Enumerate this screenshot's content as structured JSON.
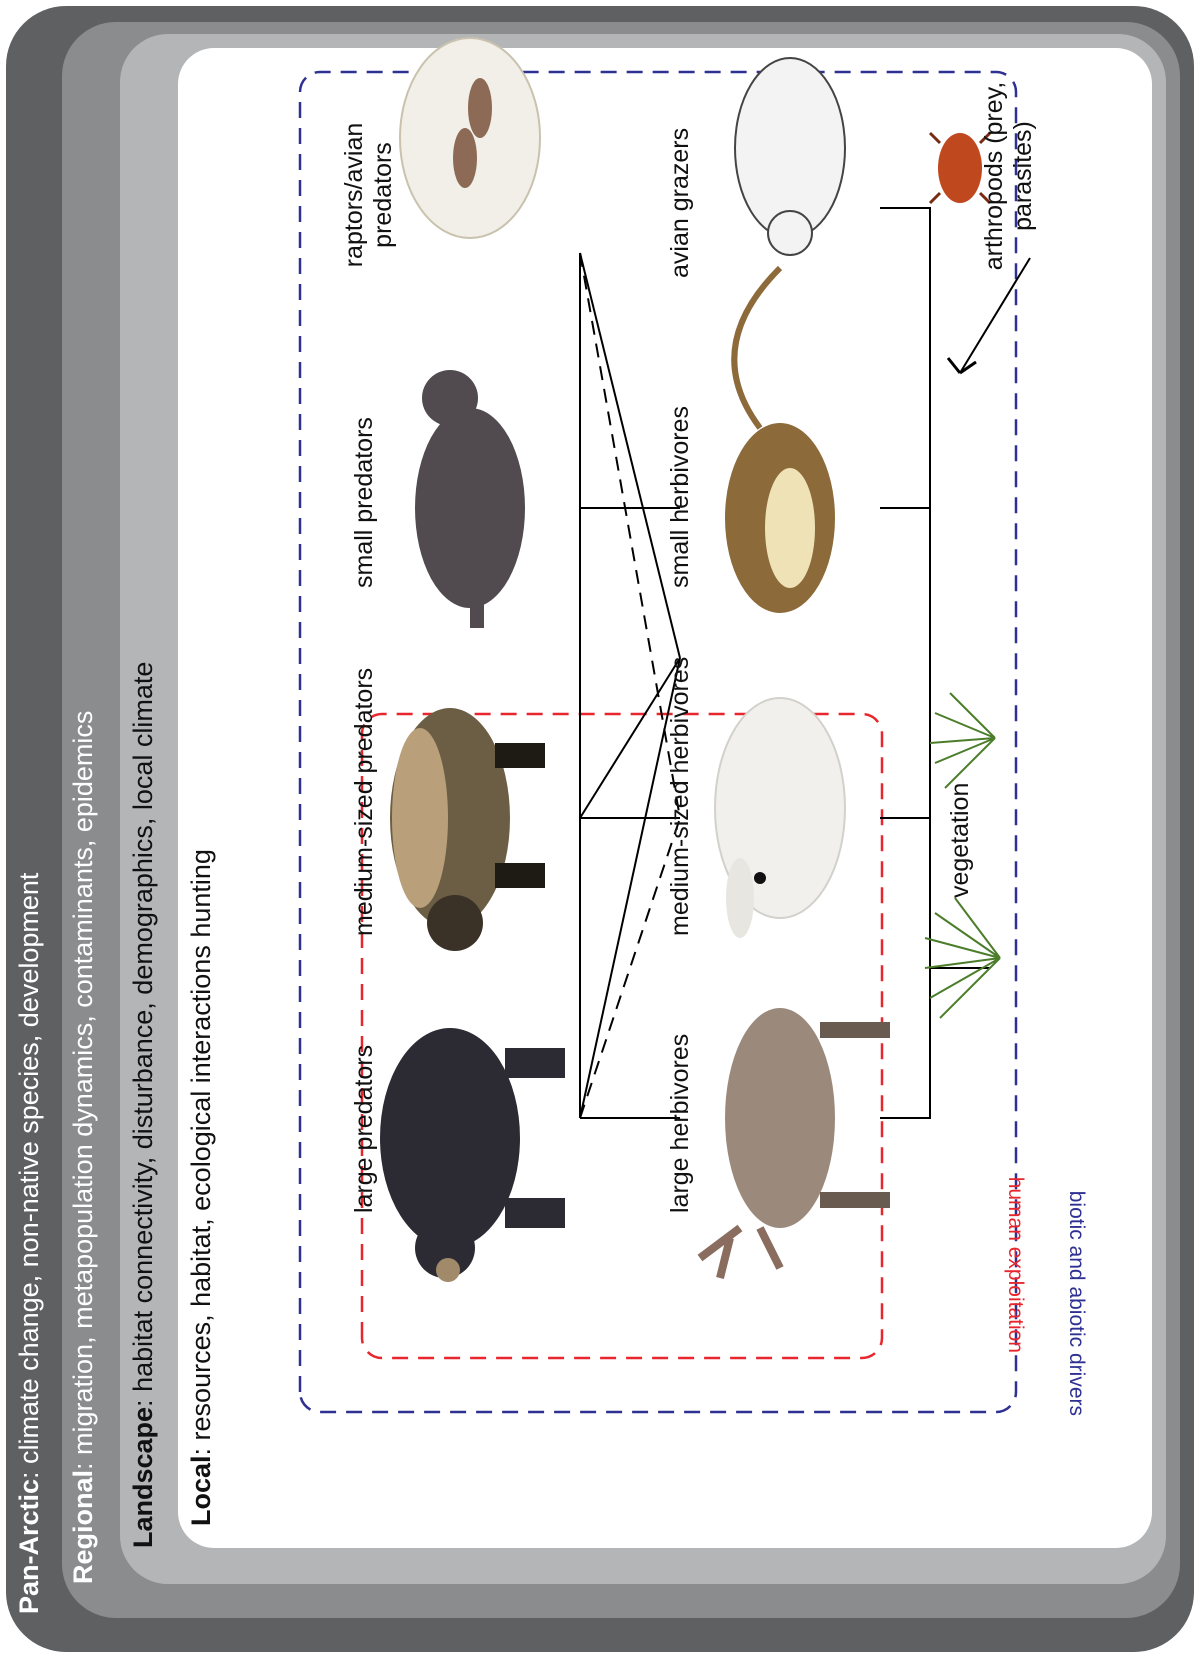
{
  "scales": {
    "pan_arctic": {
      "name": "Pan-Arctic",
      "drivers": "climate change, non-native species, development"
    },
    "regional": {
      "name": "Regional",
      "drivers": "migration, metapopulation dynamics, contaminants, epidemics"
    },
    "landscape": {
      "name": "Landscape",
      "drivers": "habitat connectivity, disturbance, demographics, local climate"
    },
    "local": {
      "name": "Local",
      "drivers": "resources, habitat, ecological interactions hunting"
    }
  },
  "groups": {
    "large_predators": "large predators",
    "medium_predators": "medium-sized predators",
    "small_predators": "small predators",
    "raptors": "raptors/avian predators",
    "large_herbivores": "large herbivores",
    "medium_herbivores": "medium-sized herbivores",
    "small_herbivores": "small herbivores",
    "avian_grazers": "avian grazers",
    "vegetation": "vegetation",
    "arthropods": "arthropods (prey, parasites)"
  },
  "boxes": {
    "human": "human exploitation",
    "biotic": "biotic and abiotic drivers"
  },
  "colors": {
    "pan_arctic": "#5f6062",
    "regional": "#8b8c8e",
    "landscape": "#b4b5b7",
    "human_box": "#e8262d",
    "biotic_box": "#2e3192"
  },
  "icons": [
    "bear-icon",
    "wolverine-icon",
    "weasel-icon",
    "snowy-owl-icon",
    "reindeer-icon",
    "arctic-hare-icon",
    "lemming-icon",
    "ptarmigan-icon",
    "mite-icon",
    "grass-icon"
  ]
}
